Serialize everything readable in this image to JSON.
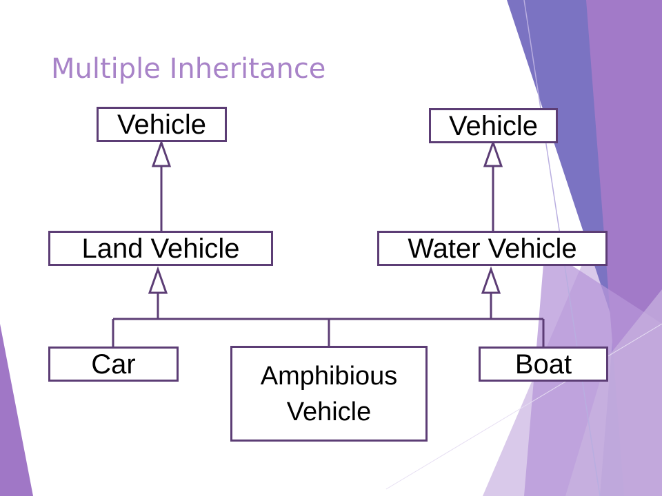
{
  "title": "Multiple Inheritance",
  "colors": {
    "title": "#a883c8",
    "line": "#5c3d75",
    "deco_purple": "#a077c6",
    "deco_blue": "#7a70c0",
    "deco_light": "#c9b3e0"
  },
  "nodes": {
    "vehicle_left": "Vehicle",
    "vehicle_right": "Vehicle",
    "land_vehicle": "Land Vehicle",
    "water_vehicle": "Water Vehicle",
    "car": "Car",
    "amphibious_vehicle": "Amphibious\nVehicle",
    "boat": "Boat"
  }
}
